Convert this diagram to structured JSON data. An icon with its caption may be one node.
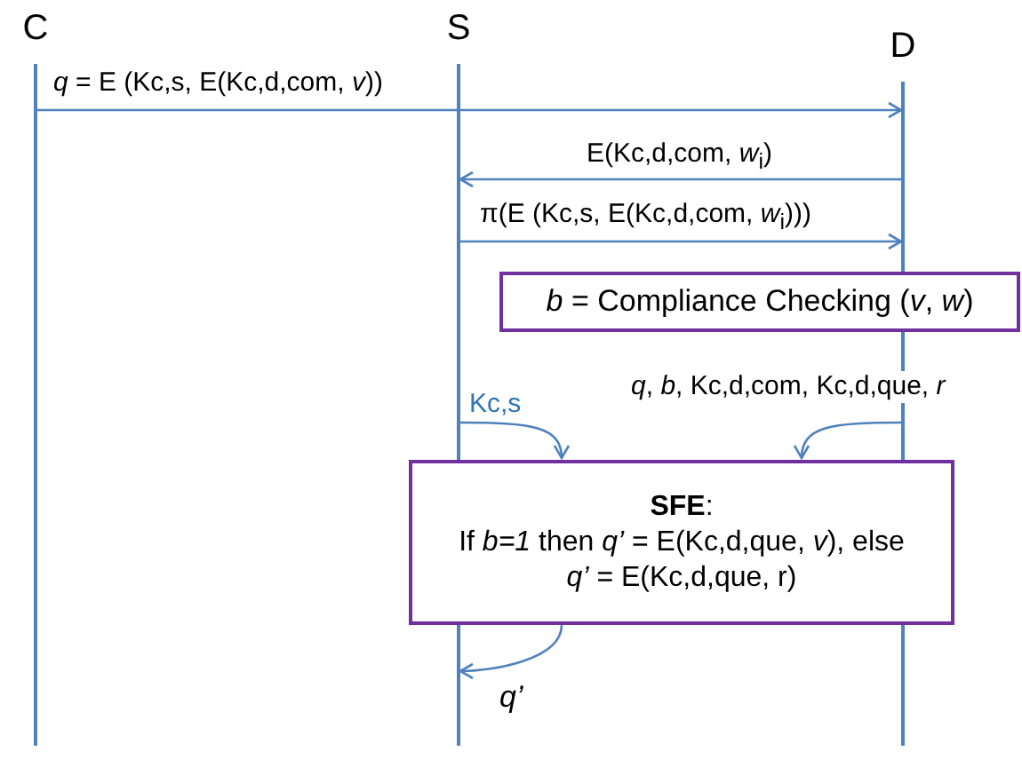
{
  "diagram": {
    "nodes": [
      {
        "text": [
          "C"
        ]
      },
      {
        "text": [
          "S"
        ]
      },
      {
        "text": [
          "D"
        ]
      },
      {
        "text": [
          "*b* = Compliance Checking (*v*, *w*)"
        ]
      },
      {
        "text": [
          "**SFE**:",
          "If *b=1* then *q’* = E(Kc,d,que, *v*), else *q’* = E(Kc,d,que, r)"
        ]
      }
    ],
    "edges": [
      {
        "from": 0,
        "to": 2,
        "arrow": "to",
        "label": "*q* = E (Kc,s, E(Kc,d,com, *v*))"
      },
      {
        "from": 2,
        "to": 1,
        "arrow": "to",
        "label": "E(Kc,d,com, *w*$_{i}$)"
      },
      {
        "from": 1,
        "to": 2,
        "arrow": "to",
        "label": "π(E (Kc,s, E(Kc,d,com, *w*$_{i}$)))"
      },
      {
        "from": 1,
        "to": 4,
        "arrow": "to",
        "label": "Kc,s"
      },
      {
        "from": 2,
        "to": 4,
        "arrow": "to",
        "label": "*q*, *b*, Kc,d,com, Kc,d,que, *r*"
      },
      {
        "from": 4,
        "to": 1,
        "arrow": "to",
        "label": "*q’*"
      }
    ]
  }
}
